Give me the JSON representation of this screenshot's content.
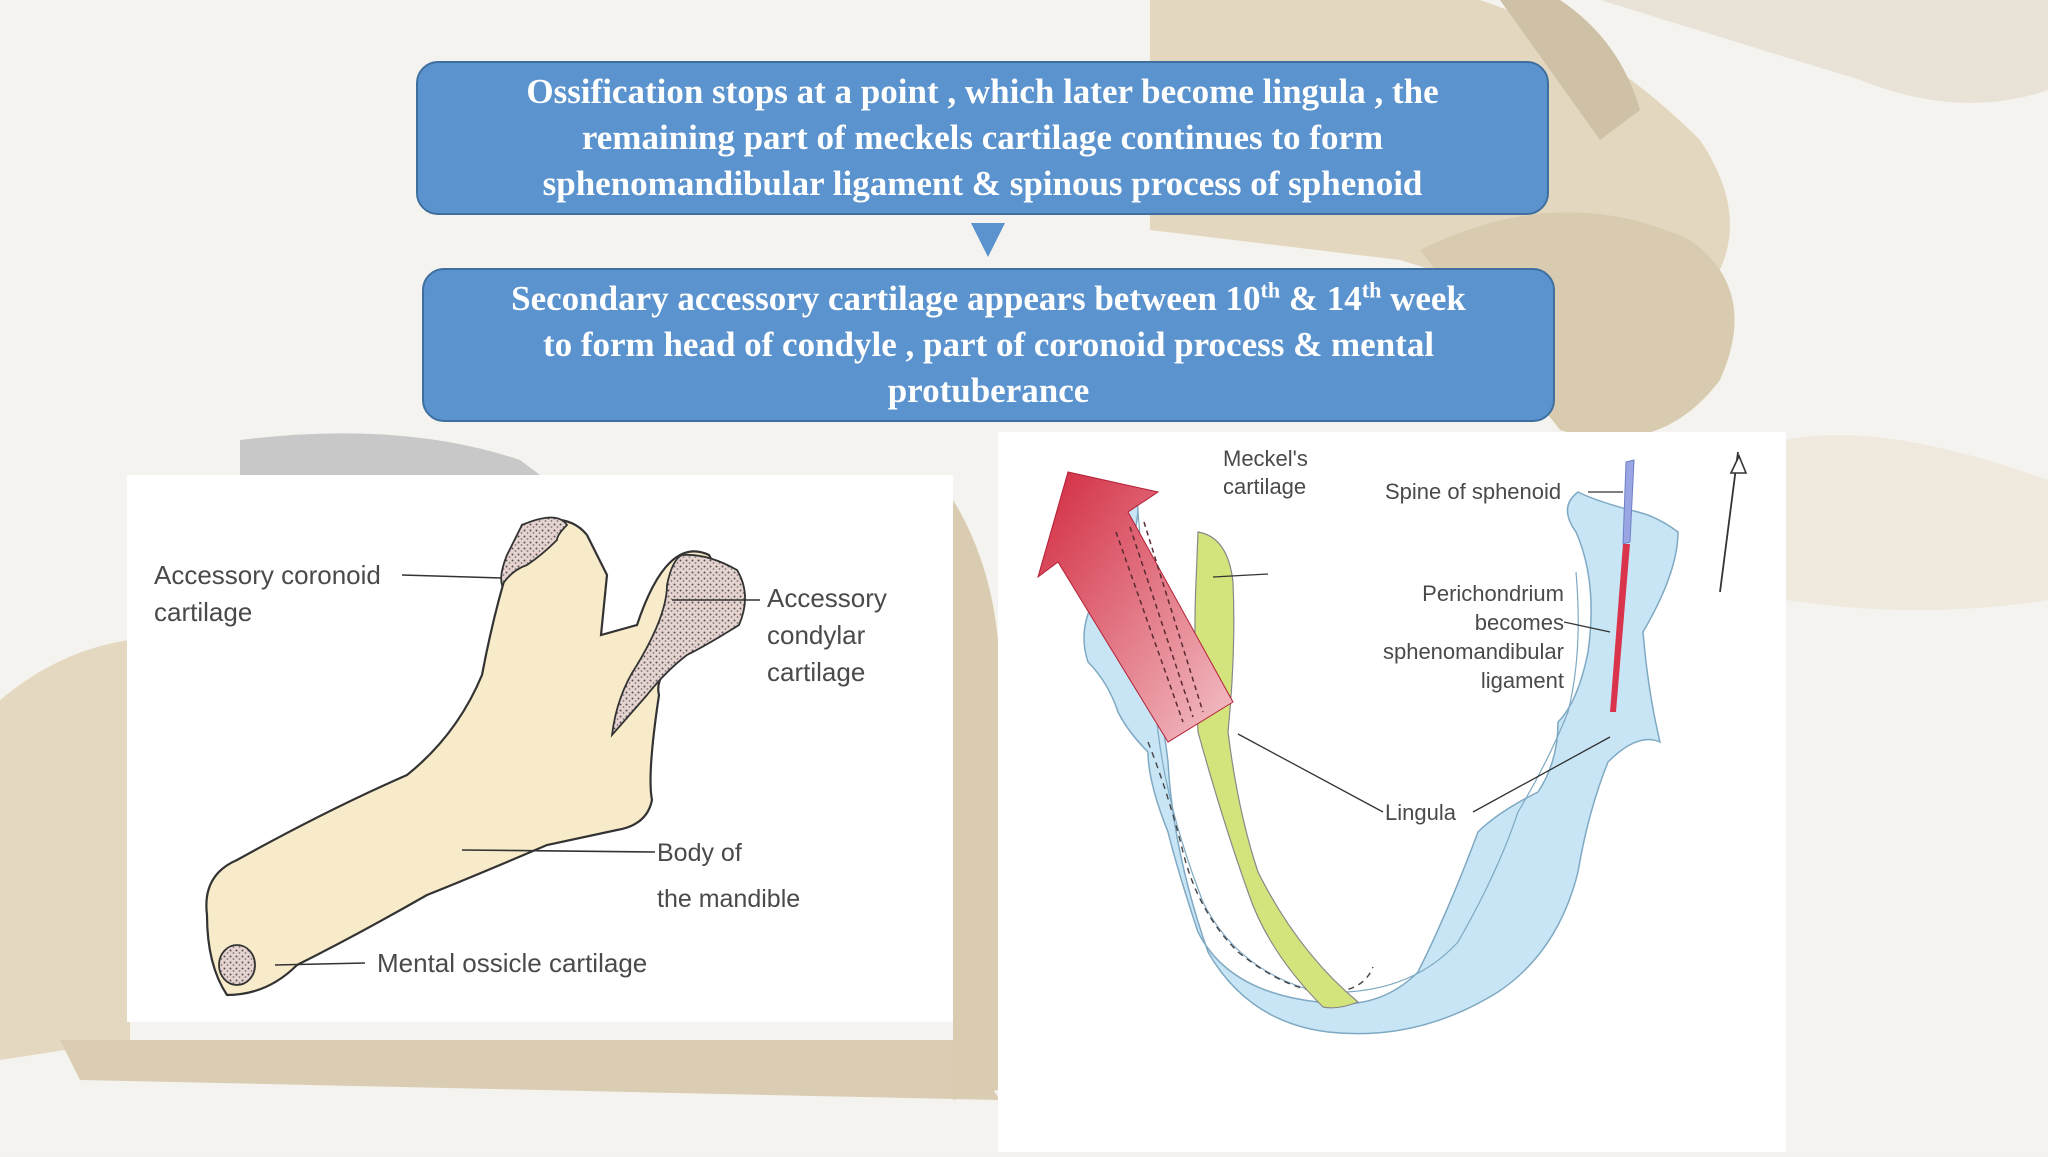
{
  "callouts": {
    "top": {
      "line1": "Ossification stops at a point , which later become lingula , the",
      "line2": "remaining part of meckels cartilage continues to form",
      "line3": "sphenomandibular ligament & spinous process of sphenoid"
    },
    "bottom": {
      "line1_a": "Secondary accessory cartilage appears between 10",
      "line1_sup1": "th",
      "line1_b": " & 14",
      "line1_sup2": "th",
      "line1_c": " week",
      "line2": "to form head of condyle , part of coronoid process & mental",
      "line3": "protuberance"
    }
  },
  "left_diagram": {
    "accessory_coronoid": [
      "Accessory coronoid",
      "cartilage"
    ],
    "accessory_condylar": [
      "Accessory",
      "condylar",
      "cartilage"
    ],
    "body": [
      "Body of",
      "the mandible"
    ],
    "mental": "Mental ossicle cartilage"
  },
  "right_diagram": {
    "meckels": [
      "Meckel's",
      "cartilage"
    ],
    "spine": "Spine of sphenoid",
    "perichondrium": [
      "Perichondrium",
      "becomes",
      "sphenomandibular",
      "ligament"
    ],
    "lingula": "Lingula"
  },
  "colors": {
    "callout_fill": "#5b93cf",
    "callout_text": "#ffffff",
    "mandible_fill": "#f8ebc9",
    "bone_blue": "#c7e5f4",
    "meckels_green": "#d4e47c",
    "muscle_red": "#d9344b"
  }
}
